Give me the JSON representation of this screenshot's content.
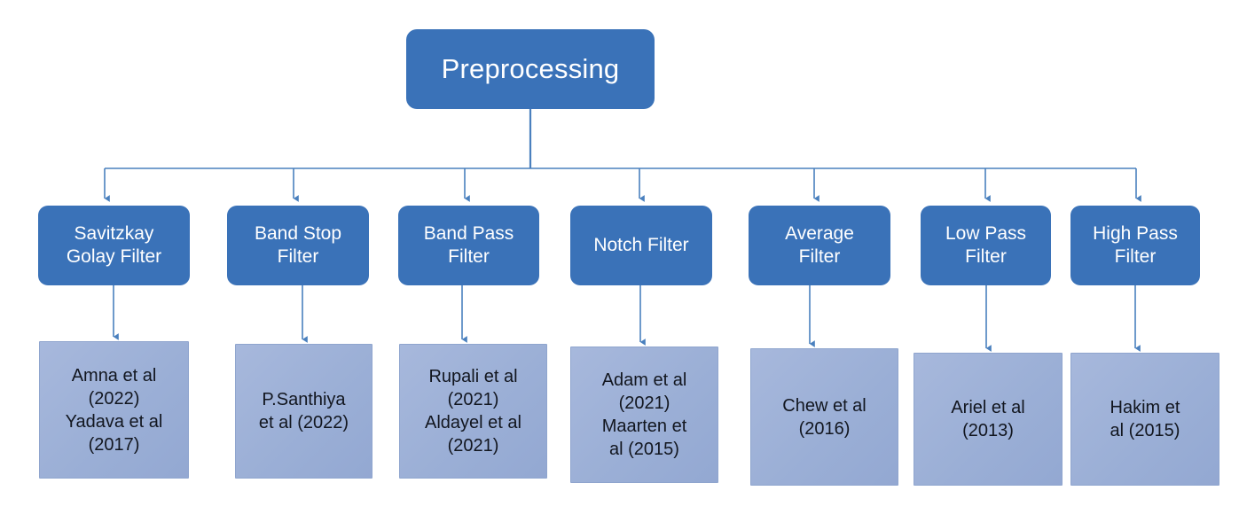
{
  "diagram": {
    "title": "Preprocessing filter taxonomy with references",
    "colors": {
      "node_blue": "#3A72B8",
      "ref_fill": "#9BAFD6",
      "ref_border": "#8FA5CE",
      "connector": "#4A80BE",
      "root_text": "#FFFFFF",
      "ref_text": "#12161F",
      "background": "#FFFFFF"
    },
    "root": {
      "label": "Preprocessing"
    },
    "filters": [
      {
        "label": "Savitzkay\nGolay Filter"
      },
      {
        "label": "Band Stop\nFilter"
      },
      {
        "label": "Band Pass\nFilter"
      },
      {
        "label": "Notch Filter"
      },
      {
        "label": "Average\nFilter"
      },
      {
        "label": "Low Pass\nFilter"
      },
      {
        "label": "High Pass\nFilter"
      }
    ],
    "references": [
      {
        "label": "Amna et al\n(2022)\nYadava et al\n(2017)"
      },
      {
        "label": "P.Santhiya\net al (2022)"
      },
      {
        "label": "Rupali  et al\n(2021)\nAldayel et al\n(2021)"
      },
      {
        "label": "Adam et al\n(2021)\nMaarten et\nal (2015)"
      },
      {
        "label": "Chew et al\n(2016)"
      },
      {
        "label": "Ariel et al\n(2013)"
      },
      {
        "label": "Hakim et\nal (2015)"
      }
    ]
  }
}
